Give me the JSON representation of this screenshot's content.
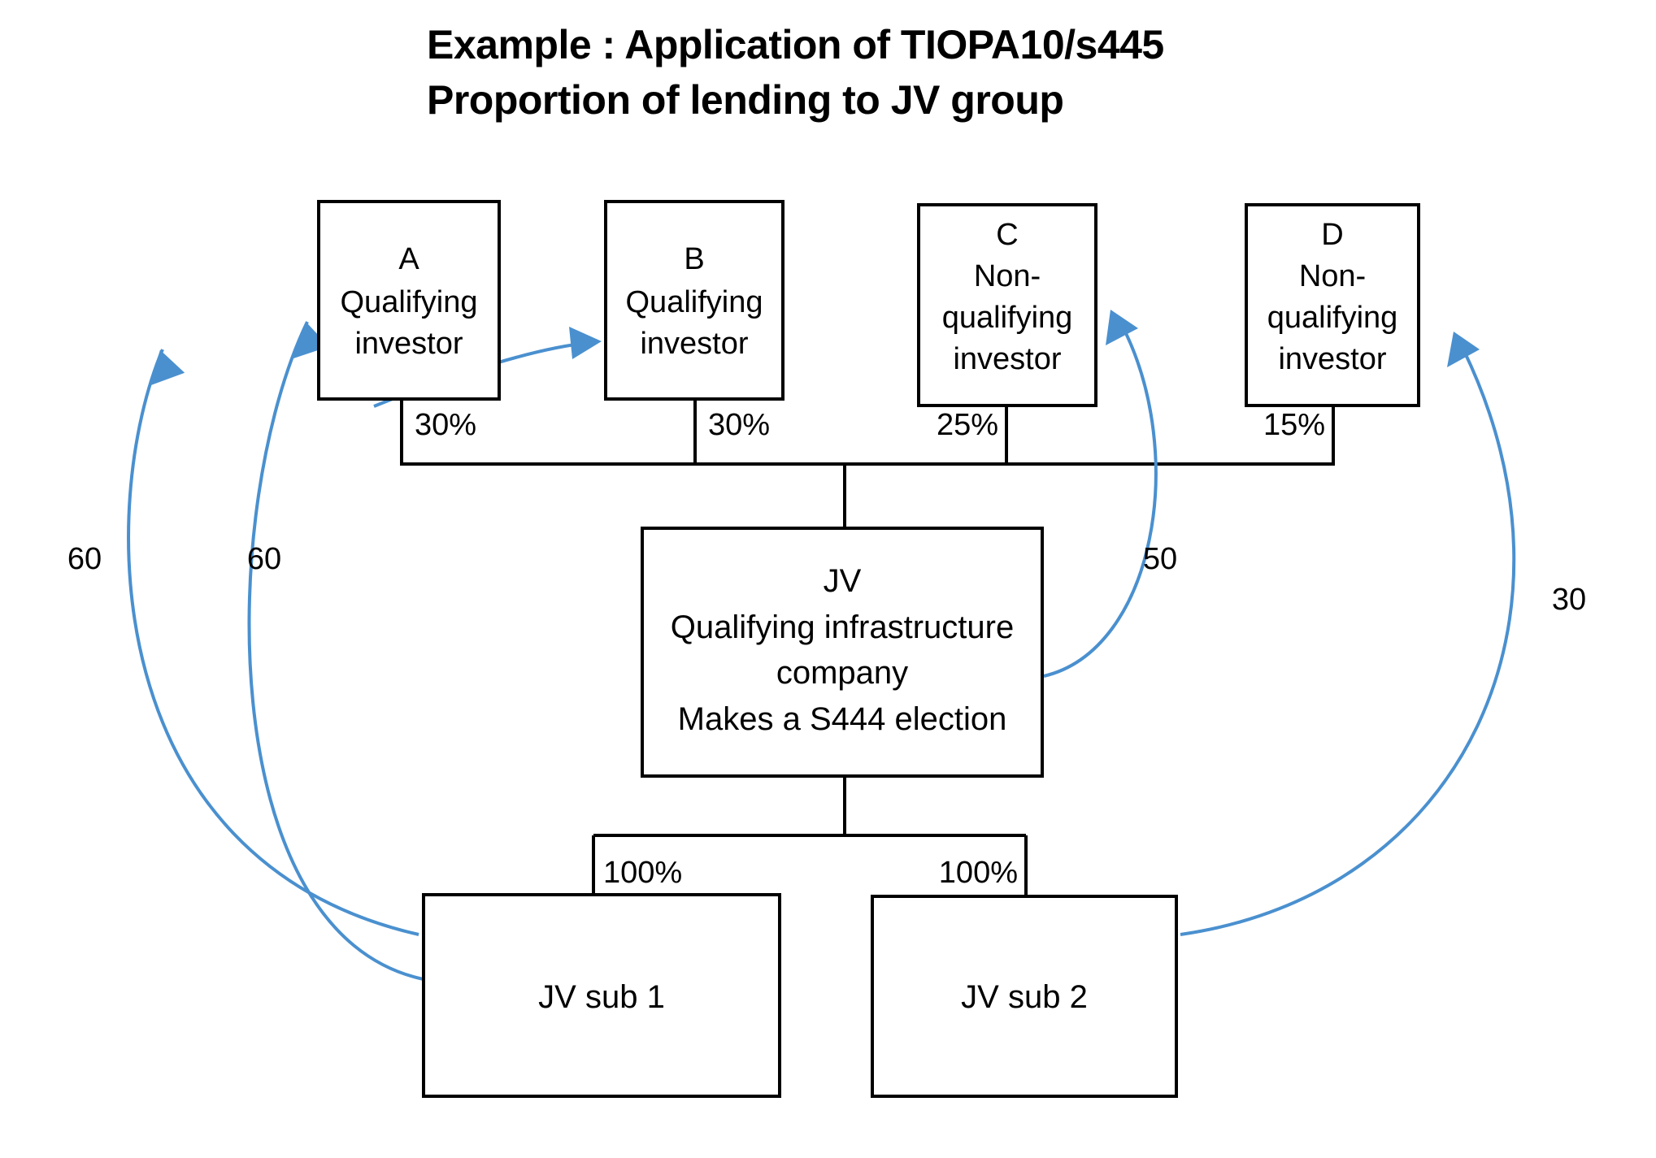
{
  "title": {
    "line1": "Example : Application of TIOPA10/s445",
    "line2": "Proportion of lending to JV group"
  },
  "boxes": {
    "a": {
      "line1": "A",
      "line2": "Qualifying",
      "line3": "investor"
    },
    "b": {
      "line1": "B",
      "line2": "Qualifying",
      "line3": "investor"
    },
    "c": {
      "line1": "C",
      "line2": "Non-",
      "line3": "qualifying",
      "line4": "investor"
    },
    "d": {
      "line1": "D",
      "line2": "Non-",
      "line3": "qualifying",
      "line4": "investor"
    },
    "jv": {
      "line1": "JV",
      "line2": "Qualifying infrastructure",
      "line3": "company",
      "line4": "Makes a S444 election"
    },
    "jvsub1": {
      "label": "JV sub 1"
    },
    "jvsub2": {
      "label": "JV sub 2"
    }
  },
  "ownership": {
    "a_to_jv": "30%",
    "b_to_jv": "30%",
    "c_to_jv": "25%",
    "d_to_jv": "15%",
    "jv_to_sub1": "100%",
    "jv_to_sub2": "100%"
  },
  "lending": {
    "sub1_to_a": "60",
    "sub1_to_a_outer": "60",
    "jv_to_c": "50",
    "sub2_to_d": "30"
  },
  "colors": {
    "flow": "#4a90cf",
    "line": "#000000",
    "background": "#ffffff"
  },
  "chart_data": {
    "type": "diagram",
    "title": "Example : Application of TIOPA10/s445 — Proportion of lending to JV group",
    "nodes": [
      {
        "id": "A",
        "label": "A Qualifying investor",
        "type": "investor"
      },
      {
        "id": "B",
        "label": "B Qualifying investor",
        "type": "investor"
      },
      {
        "id": "C",
        "label": "C Non-qualifying investor",
        "type": "investor"
      },
      {
        "id": "D",
        "label": "D Non-qualifying investor",
        "type": "investor"
      },
      {
        "id": "JV",
        "label": "JV Qualifying infrastructure company Makes a S444 election",
        "type": "company"
      },
      {
        "id": "JVSUB1",
        "label": "JV sub 1",
        "type": "subsidiary"
      },
      {
        "id": "JVSUB2",
        "label": "JV sub 2",
        "type": "subsidiary"
      }
    ],
    "ownership_edges": [
      {
        "from": "A",
        "to": "JV",
        "value": "30%"
      },
      {
        "from": "B",
        "to": "JV",
        "value": "30%"
      },
      {
        "from": "C",
        "to": "JV",
        "value": "25%"
      },
      {
        "from": "D",
        "to": "JV",
        "value": "15%"
      },
      {
        "from": "JV",
        "to": "JVSUB1",
        "value": "100%"
      },
      {
        "from": "JV",
        "to": "JVSUB2",
        "value": "100%"
      }
    ],
    "lending_edges": [
      {
        "from": "JVSUB1",
        "to": "A",
        "value": "60"
      },
      {
        "from": "A",
        "to": "B",
        "value": "60"
      },
      {
        "from": "JV",
        "to": "C",
        "value": "50"
      },
      {
        "from": "JVSUB2",
        "to": "D",
        "value": "30"
      }
    ]
  }
}
